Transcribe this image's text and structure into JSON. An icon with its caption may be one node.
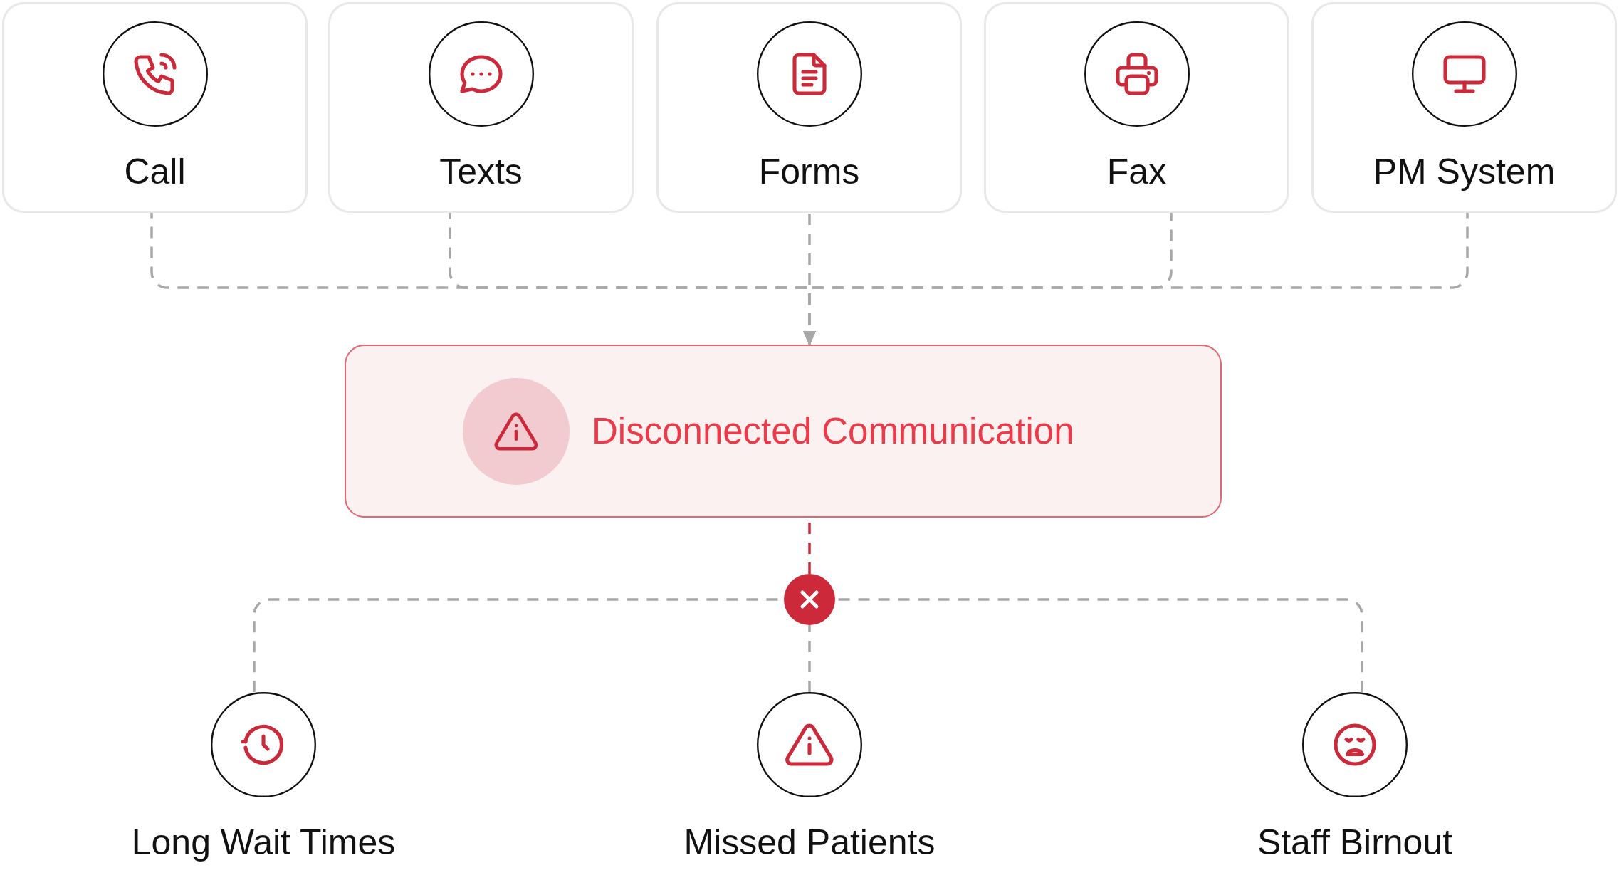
{
  "diagram": {
    "nodes": [
      {
        "text": [
          "Call"
        ]
      },
      {
        "text": [
          "Texts"
        ]
      },
      {
        "text": [
          "Forms"
        ]
      },
      {
        "text": [
          "Fax"
        ]
      },
      {
        "text": [
          "PM System"
        ]
      },
      {
        "text": [
          "Disconnected Communication"
        ]
      },
      {
        "text": [],
        "shape": "circle"
      },
      {
        "text": [
          "Long Wait Times"
        ]
      },
      {
        "text": [
          "Missed Patients"
        ]
      },
      {
        "text": [
          "Staff Birnout"
        ]
      }
    ],
    "edges": [
      {
        "from": 0,
        "to": 5,
        "arrow": "to",
        "style": "dashed"
      },
      {
        "from": 1,
        "to": 5,
        "arrow": "to",
        "style": "dashed"
      },
      {
        "from": 2,
        "to": 5,
        "arrow": "to",
        "style": "dashed"
      },
      {
        "from": 3,
        "to": 5,
        "arrow": "to",
        "style": "dashed"
      },
      {
        "from": 4,
        "to": 5,
        "arrow": "to",
        "style": "dashed"
      },
      {
        "from": 5,
        "to": 6,
        "arrow": "none",
        "style": "dashed",
        "color": "#cc2a3b"
      },
      {
        "from": 6,
        "to": 7,
        "arrow": "none",
        "style": "dashed"
      },
      {
        "from": 6,
        "to": 8,
        "arrow": "none",
        "style": "dashed"
      },
      {
        "from": 6,
        "to": 9,
        "arrow": "none",
        "style": "dashed"
      }
    ]
  }
}
